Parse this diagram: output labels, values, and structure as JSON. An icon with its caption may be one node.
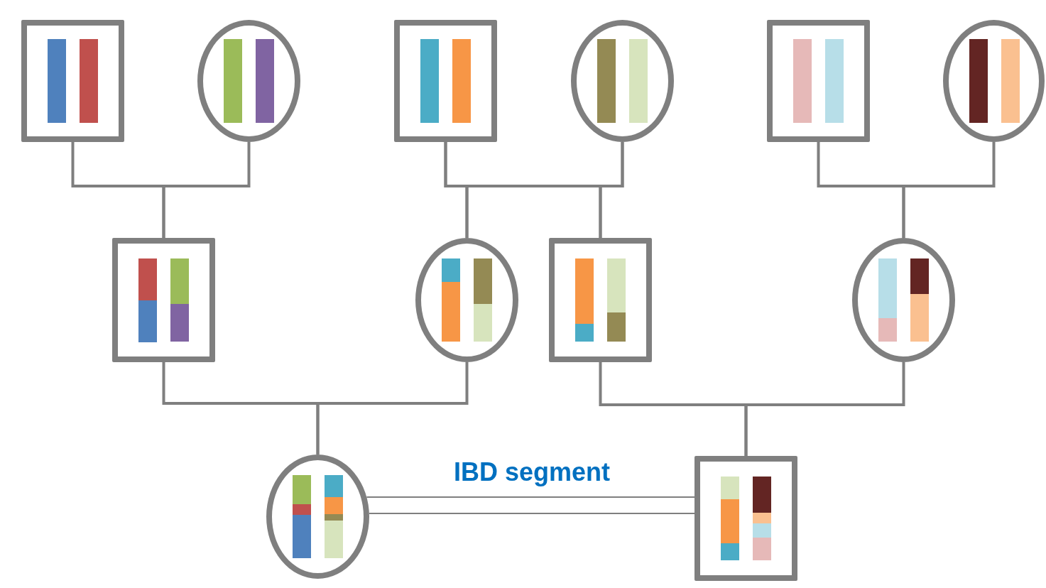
{
  "diagram": {
    "nodes": [
      {
        "text": [],
        "shape": "box"
      },
      {
        "text": [],
        "shape": "circle"
      },
      {
        "text": [],
        "shape": "box"
      },
      {
        "text": [],
        "shape": "circle"
      },
      {
        "text": [],
        "shape": "box"
      },
      {
        "text": [],
        "shape": "circle"
      },
      {
        "text": [],
        "shape": "box"
      },
      {
        "text": [],
        "shape": "circle"
      },
      {
        "text": [],
        "shape": "box"
      },
      {
        "text": [],
        "shape": "circle"
      },
      {
        "text": [],
        "shape": "circle"
      },
      {
        "text": [],
        "shape": "box"
      }
    ],
    "edges": [
      {
        "from": 0,
        "to": 6,
        "arrow": "none"
      },
      {
        "from": 1,
        "to": 6,
        "arrow": "none"
      },
      {
        "from": 2,
        "to": 7,
        "arrow": "none"
      },
      {
        "from": 3,
        "to": 7,
        "arrow": "none"
      },
      {
        "from": 2,
        "to": 8,
        "arrow": "none"
      },
      {
        "from": 3,
        "to": 8,
        "arrow": "none"
      },
      {
        "from": 4,
        "to": 9,
        "arrow": "none"
      },
      {
        "from": 5,
        "to": 9,
        "arrow": "none"
      },
      {
        "from": 6,
        "to": 10,
        "arrow": "none"
      },
      {
        "from": 7,
        "to": 10,
        "arrow": "none"
      },
      {
        "from": 8,
        "to": 11,
        "arrow": "none"
      },
      {
        "from": 9,
        "to": 11,
        "arrow": "none"
      },
      {
        "from": 10,
        "to": 11,
        "arrow": "none",
        "label": "IBD segment"
      },
      {
        "from": 10,
        "to": 11,
        "arrow": "none"
      }
    ]
  }
}
